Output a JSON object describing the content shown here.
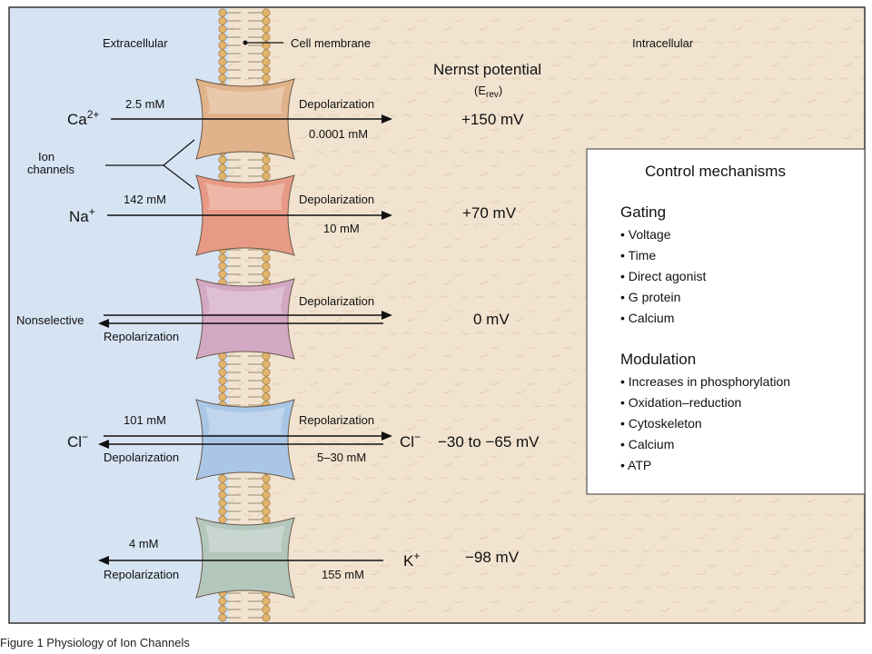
{
  "header": {
    "extracellular": "Extracellular",
    "cell_membrane": "Cell membrane",
    "intracellular": "Intracellular",
    "nernst_title": "Nernst potential",
    "nernst_sub_main": "(E",
    "nernst_sub_sub": "rev",
    "nernst_sub_close": ")"
  },
  "ion_channels_label": [
    "Ion",
    "channels"
  ],
  "rows": [
    {
      "ion": "Ca",
      "charge": "2+",
      "out_conc": "2.5 mM",
      "in_conc": "0.0001 mM",
      "effect": "Depolarization",
      "nernst": "+150 mV",
      "channel_color": "#e1b38b"
    },
    {
      "ion": "Na",
      "charge": "+",
      "out_conc": "142 mM",
      "in_conc": "10 mM",
      "effect": "Depolarization",
      "nernst": "+70 mV",
      "channel_color": "#e79a86"
    },
    {
      "ion": "Nonselective",
      "effect_top": "Depolarization",
      "effect_bottom": "Repolarization",
      "nernst": "0 mV",
      "channel_color": "#d3a8c3"
    },
    {
      "ion": "Cl",
      "charge": "−",
      "out_conc": "101 mM",
      "in_conc": "5–30 mM",
      "effect_top": "Repolarization",
      "effect_bottom": "Depolarization",
      "right_label": "Cl",
      "right_charge": "−",
      "nernst": "−30 to −65 mV",
      "channel_color": "#a9c6e6"
    },
    {
      "ion": "K",
      "charge": "+",
      "out_conc": "4 mM",
      "in_conc": "155 mM",
      "effect_bottom": "Repolarization",
      "nernst": "−98 mV",
      "channel_color": "#b3c7bd"
    }
  ],
  "control": {
    "title": "Control mechanisms",
    "gating_title": "Gating",
    "gating": [
      "Voltage",
      "Time",
      "Direct agonist",
      "G protein",
      "Calcium"
    ],
    "modulation_title": "Modulation",
    "modulation": [
      "Increases in phosphorylation",
      "Oxidation–reduction",
      "Cytoskeleton",
      "Calcium",
      "ATP"
    ]
  },
  "caption": "Figure 1  Physiology of Ion Channels",
  "colors": {
    "extracellular_bg": "#d6e3f3",
    "intracellular_bg": "#f1e3cf",
    "lipid_head": "#e2b46b",
    "lipid_tail": "#9b8a6e",
    "box_border": "#555555"
  }
}
